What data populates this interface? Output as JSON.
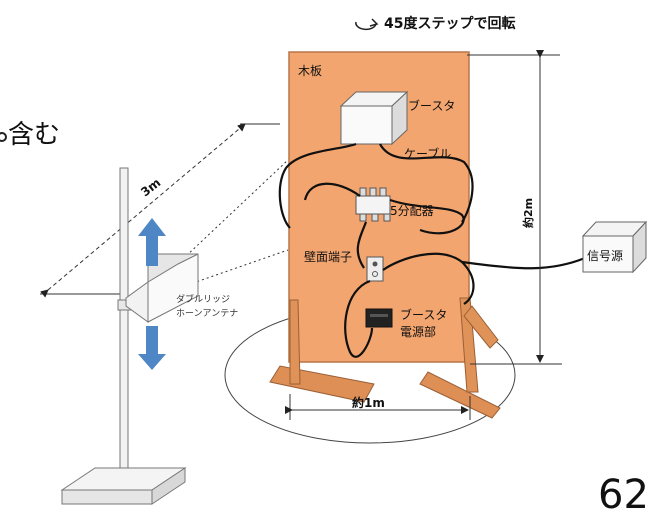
{
  "header": {
    "fragment": "含む",
    "rotation": "45度ステップで回転"
  },
  "board": {
    "label": "木板",
    "booster": "ブースタ",
    "cable": "ケーブル",
    "splitter": "5分配器",
    "wall_terminal": "壁面端子",
    "booster_power_line1": "ブースタ",
    "booster_power_line2": "電源部"
  },
  "dimensions": {
    "distance": "3m",
    "height": "約2m",
    "width": "約1m"
  },
  "antenna": {
    "line1": "ダブルリッジ",
    "line2": "ホーンアンテナ"
  },
  "signal_source": "信号源",
  "page_number": "62",
  "colors": {
    "board": "#f3a56f",
    "board_stroke": "#b87748",
    "legs": "#dd8f55",
    "arrows": "#4f86c6",
    "cable": "#111111"
  }
}
